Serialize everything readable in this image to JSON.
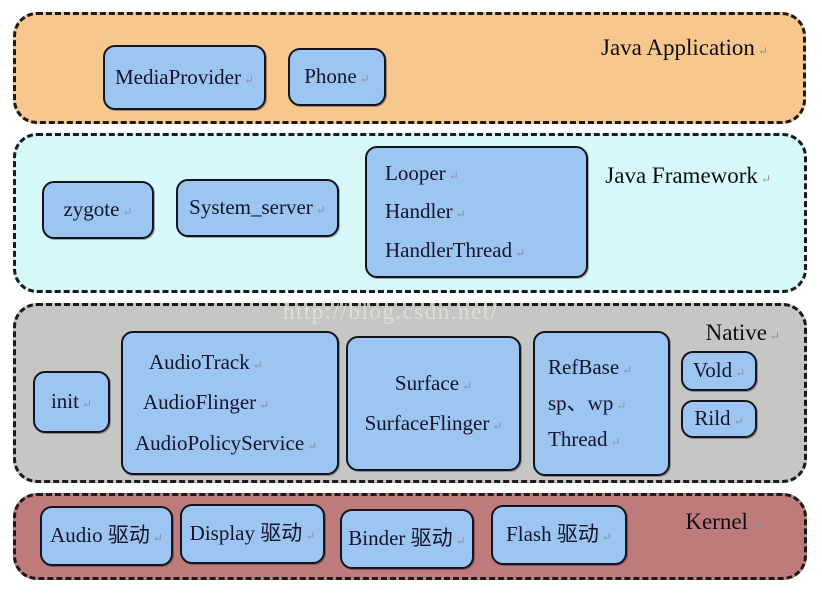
{
  "meta": {
    "return_glyph": "↵",
    "watermark": "http://blog.csdn.net/"
  },
  "colors": {
    "layer_java_application_bg": "#f8c78e",
    "layer_java_framework_bg": "#d7f8f8",
    "layer_native_bg": "#c6c6c4",
    "layer_kernel_bg": "#bf7b7b",
    "box_fill": "#9cc5f1",
    "box_border": "#14141f",
    "dashed_border": "#1b1b1b",
    "watermark_color": "#e3e6da"
  },
  "layers": [
    {
      "label": "Java Application",
      "boxes": [
        {
          "lines": [
            "MediaProvider"
          ]
        },
        {
          "lines": [
            "Phone"
          ]
        }
      ]
    },
    {
      "label": "Java Framework",
      "boxes": [
        {
          "lines": [
            "zygote"
          ]
        },
        {
          "lines": [
            "System_server"
          ]
        },
        {
          "lines": [
            "Looper",
            "Handler",
            "HandlerThread"
          ]
        }
      ]
    },
    {
      "label": "Native",
      "boxes": [
        {
          "lines": [
            "init"
          ]
        },
        {
          "lines": [
            "AudioTrack",
            "AudioFlinger",
            "AudioPolicyService"
          ]
        },
        {
          "lines": [
            "Surface",
            "SurfaceFlinger"
          ]
        },
        {
          "lines": [
            "RefBase",
            "sp、wp",
            "Thread"
          ]
        },
        {
          "lines": [
            "Vold"
          ]
        },
        {
          "lines": [
            "Rild"
          ]
        }
      ]
    },
    {
      "label": "Kernel",
      "boxes": [
        {
          "lines": [
            "Audio 驱动"
          ]
        },
        {
          "lines": [
            "Display 驱动"
          ]
        },
        {
          "lines": [
            "Binder 驱动"
          ]
        },
        {
          "lines": [
            "Flash 驱动"
          ]
        }
      ]
    }
  ]
}
